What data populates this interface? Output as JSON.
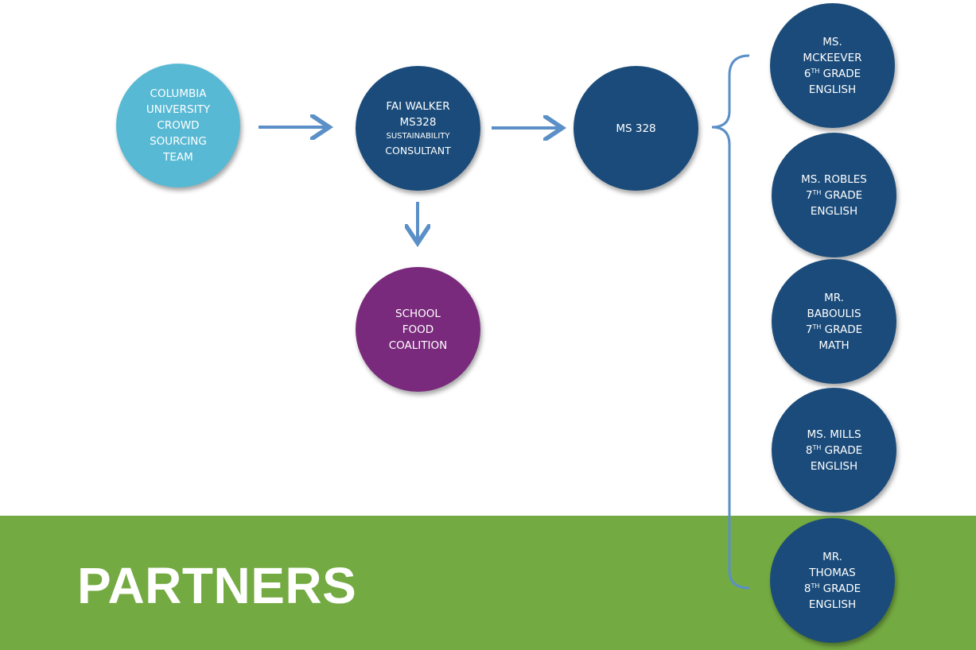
{
  "title": "PARTNERS",
  "colors": {
    "band": "#74aa42",
    "light_blue": "#58b9d4",
    "navy": "#1a4b7a",
    "purple": "#7a2a7c",
    "arrow": "#5b8fc7"
  },
  "nodes": {
    "columbia": [
      "COLUMBIA",
      "UNIVERSITY",
      "CROWD",
      "SOURCING",
      "TEAM"
    ],
    "fai": {
      "line1": "FAI WALKER",
      "line2": "MS328",
      "line3": "SUSTAINABILITY",
      "line4": "CONSULTANT"
    },
    "ms328": "MS 328",
    "school_food": [
      "SCHOOL",
      "FOOD",
      "COALITION"
    ]
  },
  "teachers": [
    {
      "name": [
        "MS.",
        "MCKEEVER"
      ],
      "grade_num": "6",
      "grade_sup": "TH",
      "grade_rest": " GRADE",
      "subject": "ENGLISH"
    },
    {
      "name": [
        "MS. ROBLES"
      ],
      "grade_num": "7",
      "grade_sup": "TH",
      "grade_rest": " GRADE",
      "subject": "ENGLISH"
    },
    {
      "name": [
        "MR.",
        "BABOULIS"
      ],
      "grade_num": "7",
      "grade_sup": "TH",
      "grade_rest": " GRADE",
      "subject": "MATH"
    },
    {
      "name": [
        "MS. MILLS"
      ],
      "grade_num": "8",
      "grade_sup": "TH",
      "grade_rest": " GRADE",
      "subject": "ENGLISH"
    },
    {
      "name": [
        "MR.",
        "THOMAS"
      ],
      "grade_num": "8",
      "grade_sup": "TH",
      "grade_rest": " GRADE",
      "subject": "ENGLISH"
    }
  ]
}
